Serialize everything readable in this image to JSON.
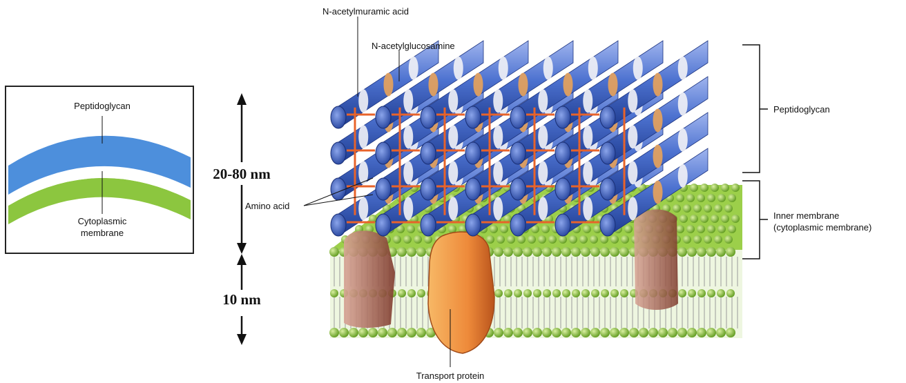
{
  "inset": {
    "peptidoglycan_label": "Peptidoglycan",
    "membrane_label_line1": "Cytoplasmic",
    "membrane_label_line2": "membrane"
  },
  "dimensions": {
    "cell_wall_thickness": "20-80 nm",
    "membrane_thickness": "10 nm"
  },
  "labels": {
    "n_acetylmuramic_acid": "N-acetylmuramic acid",
    "n_acetylglucosamine": "N-acetylglucosamine",
    "amino_acid": "Amino acid",
    "transport_protein": "Transport protein",
    "peptidoglycan": "Peptidoglycan",
    "inner_membrane_line1": "Inner membrane",
    "inner_membrane_line2": "(cytoplasmic membrane)"
  },
  "colors": {
    "peptidoglycan_blue": "#3a63c8",
    "membrane_green": "#8cc63f",
    "crosslink_orange": "#e8632a",
    "transport_protein": "#f0a050",
    "membrane_protein": "#a85a48"
  }
}
